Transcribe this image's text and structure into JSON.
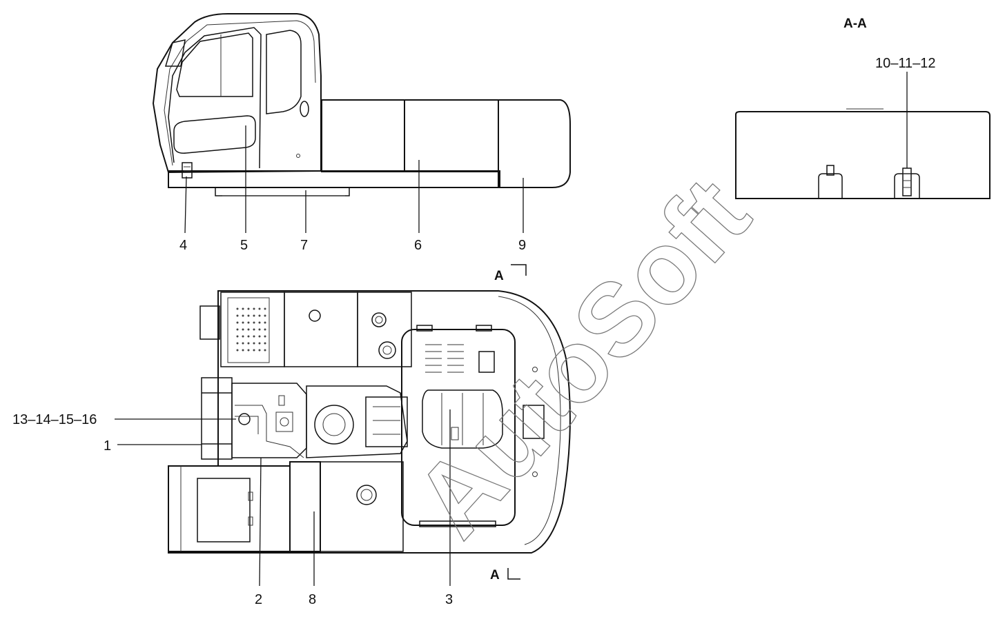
{
  "section_title": "A-A",
  "section_marks": {
    "top": "A",
    "bottom": "A"
  },
  "watermark": "AutoSoft",
  "callouts": {
    "c1": "1",
    "c2": "2",
    "c3": "3",
    "c4": "4",
    "c5": "5",
    "c6": "6",
    "c7": "7",
    "c8": "8",
    "c9": "9",
    "c10_12": "10–11–12",
    "c13_16": "13–14–15–16"
  },
  "colors": {
    "line": "#111111",
    "background": "#ffffff",
    "watermark": "#777777"
  }
}
